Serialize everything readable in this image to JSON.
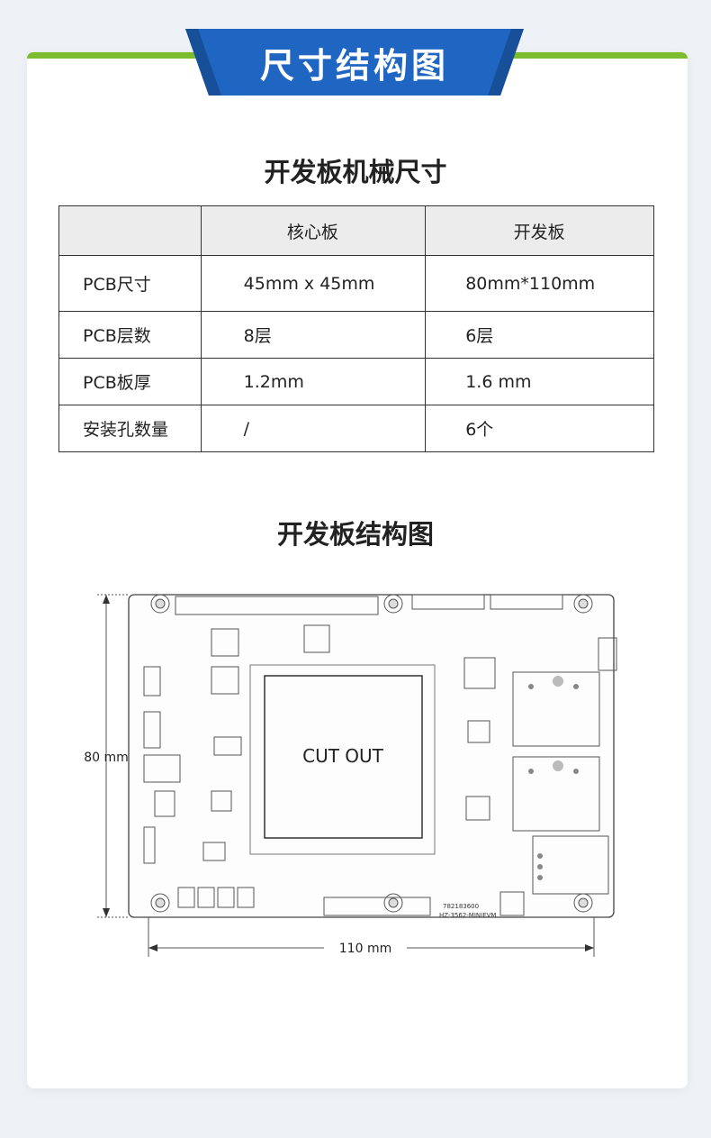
{
  "banner": {
    "title": "尺寸结构图"
  },
  "mechanical": {
    "title": "开发板机械尺寸",
    "headers": [
      "",
      "核心板",
      "开发板"
    ],
    "rows": [
      [
        "PCB尺寸",
        "45mm x 45mm",
        "80mm*110mm"
      ],
      [
        "PCB层数",
        "8层",
        "6层"
      ],
      [
        "PCB板厚",
        "1.2mm",
        "1.6 mm"
      ],
      [
        "安装孔数量",
        "/",
        "6个"
      ]
    ]
  },
  "structure": {
    "title": "开发板结构图",
    "cutout_label": "CUT OUT",
    "height_label": "80 mm",
    "width_label": "110 mm",
    "board_text_1": "782183600",
    "board_text_2": "HZ-3562-MINIEVM"
  },
  "colors": {
    "banner_blue": "#1f66c2",
    "banner_dark": "#174f99",
    "accent_green": "#7bbd2e"
  }
}
